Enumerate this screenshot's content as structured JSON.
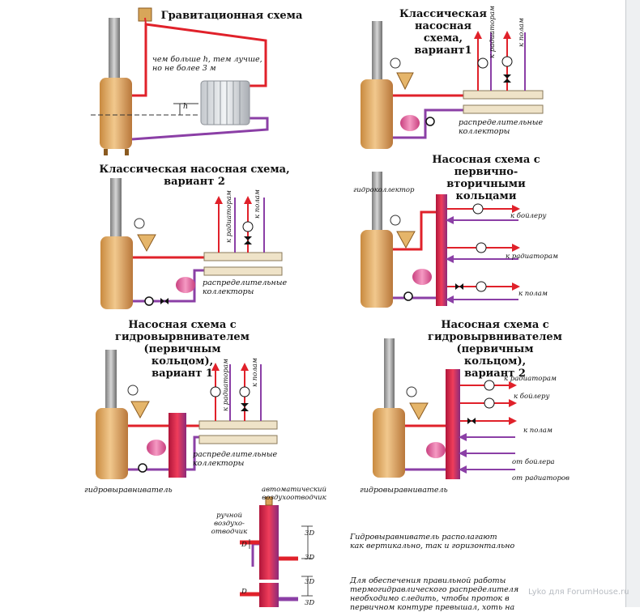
{
  "colors": {
    "hot": "#e0212a",
    "cold": "#8b3fa6",
    "boiler": "#d9a25a",
    "stack": "#9a9a9a",
    "collector": "#efe3c8",
    "tank": "#e86aa3"
  },
  "p1": {
    "title": "Гравитационная схема",
    "note": "чем больше h, тем лучше,\nно не более 3 м",
    "h": "h"
  },
  "p2": {
    "title": "Классическая насосная\nсхема,\nвариант1",
    "to_radiators": "к радиаторам",
    "to_floors": "к полам",
    "collectors": "распределительные\nколлекторы"
  },
  "p3": {
    "title": "Классическая насосная схема,\nвариант 2",
    "to_radiators": "к радиаторам",
    "to_floors": "к полам",
    "collectors": "распределительные\nколлекторы"
  },
  "p4": {
    "title": "Насосная схема с\nпервично-вторичными\nкольцами",
    "collector_label": "гидроколлектор",
    "to_boiler": "к бойлеру",
    "to_radiators": "к радиаторам",
    "to_floors": "к полам"
  },
  "p5": {
    "title": "Насосная схема с\nгидровырвнивателем\n(первичным кольцом),\nвариант 1",
    "to_radiators": "к радиаторам",
    "to_floors": "к полам",
    "collectors": "распределительные\nколлекторы",
    "separator": "гидровыравниватель"
  },
  "p6": {
    "title": "Насосная схема с\nгидровырвнивателем\n(первичным кольцом),\nвариант 2",
    "to_radiators": "к радиаторам",
    "to_boiler": "к бойлеру",
    "to_floors": "к полам",
    "from_boiler": "от бойлера",
    "from_radiators": "от радиаторов",
    "separator": "гидровыравниватель"
  },
  "detail": {
    "auto_vent": "автоматический\nвоздухоотводчик",
    "manual_vent": "ручной\nвоздухо-\nотводчик",
    "dim_3d": "3D",
    "dim_d": "D",
    "note1": "Гидровыравниватель располагают\nкак вертикально, так и горизонтально",
    "note2": "Для обеспечения правильной работы\nтермогидравлического распределителя\nнеобходимо следить, чтобы проток в\nпервичном контуре превышал, хоть на"
  },
  "watermark": "Lyko для ForumHouse.ru"
}
